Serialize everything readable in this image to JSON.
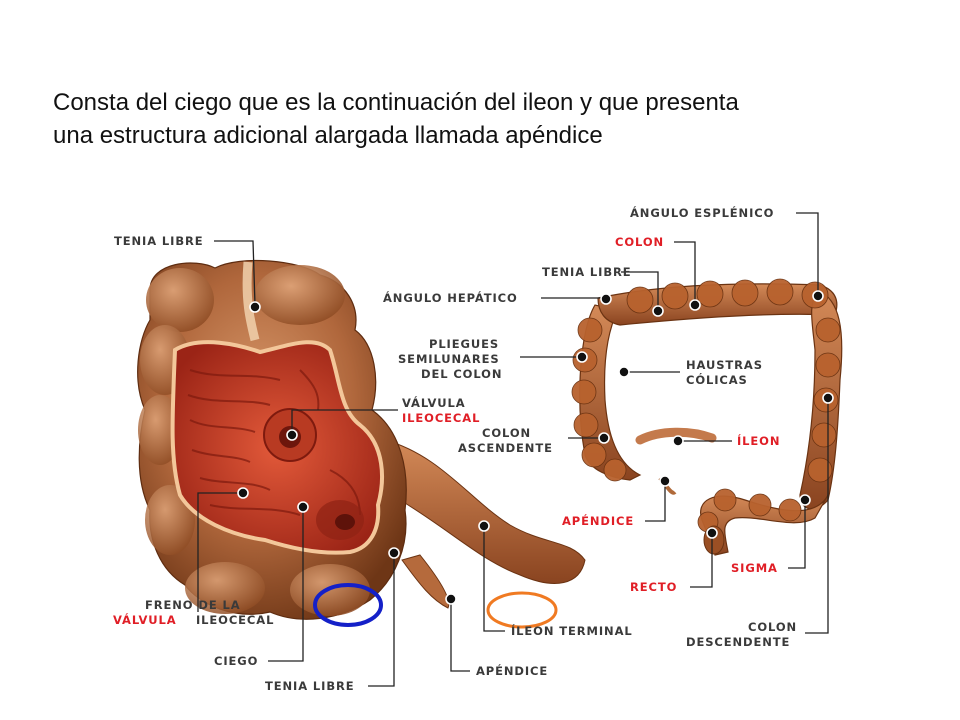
{
  "caption": {
    "line1": "Consta del ciego que es la continuación del ileon y que presenta",
    "line2": "una estructura adicional alargada llamada apéndice"
  },
  "labels": {
    "tenia_libre_top": "TENIA LIBRE",
    "valvula": "VÁLVULA",
    "ileocecal": "ILEOCECAL",
    "freno_de_la": "FRENO DE LA",
    "freno_valvula": "VÁLVULA",
    "freno_ileocecal": "ILEOCECAL",
    "ciego": "CIEGO",
    "tenia_libre_bottom": "TENIA LIBRE",
    "apendice_bottom": "APÉNDICE",
    "ileon_terminal": "ÍLEON TERMINAL",
    "angulo_esplenico": "ÁNGULO ESPLÉNICO",
    "colon": "COLON",
    "tenia_libre_right": "TENIA LIBRE",
    "angulo_hepatico": "ÁNGULO HEPÁTICO",
    "pliegues_1": "PLIEGUES",
    "pliegues_2": "SEMILUNARES",
    "pliegues_3": "DEL COLON",
    "haustras_1": "HAUSTRAS",
    "haustras_2": "CÓLICAS",
    "colon_asc_1": "COLON",
    "colon_asc_2": "ASCENDENTE",
    "ileon": "ÍLEON",
    "apendice_right": "APÉNDICE",
    "sigma": "SIGMA",
    "recto": "RECTO",
    "colon_desc_1": "COLON",
    "colon_desc_2": "DESCENDENTE"
  },
  "colors": {
    "label_text": "#3a3a3a",
    "label_highlight": "#e01e26",
    "marker_blue": "#1420c8",
    "marker_orange": "#f07a22",
    "colon_fill": "#c46a32",
    "mucosa_fill": "#c9371f"
  }
}
